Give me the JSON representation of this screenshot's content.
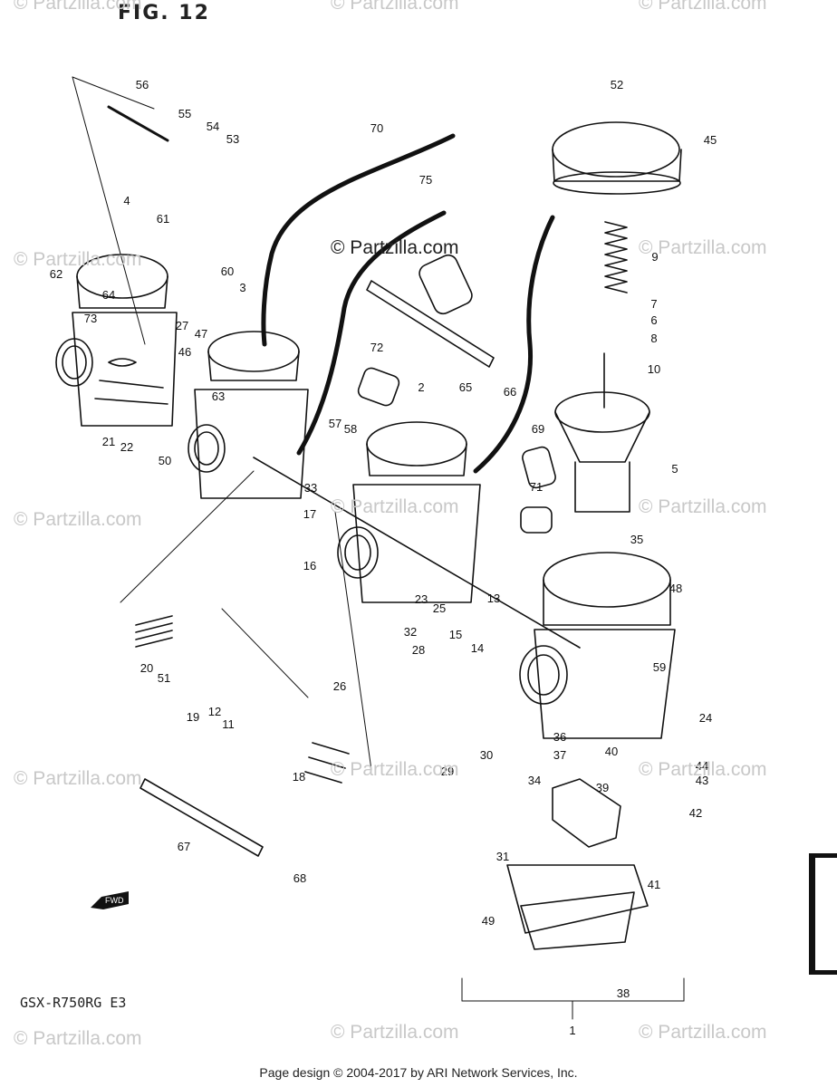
{
  "figure": {
    "title": "FIG. 12",
    "model": "GSX-R750RG  E3",
    "fwd_label": "FWD"
  },
  "footer": "Page design © 2004-2017 by ARI Network Services, Inc.",
  "watermark": "© Partzilla.com",
  "callouts": [
    "1",
    "2",
    "3",
    "4",
    "5",
    "6",
    "7",
    "8",
    "9",
    "10",
    "11",
    "12",
    "13",
    "14",
    "15",
    "16",
    "17",
    "18",
    "19",
    "20",
    "21",
    "22",
    "23",
    "24",
    "25",
    "26",
    "27",
    "28",
    "29",
    "30",
    "31",
    "32",
    "33",
    "34",
    "35",
    "36",
    "37",
    "38",
    "39",
    "40",
    "41",
    "42",
    "43",
    "44",
    "45",
    "46",
    "47",
    "48",
    "49",
    "50",
    "51",
    "52",
    "53",
    "54",
    "55",
    "56",
    "57",
    "58",
    "59",
    "60",
    "61",
    "62",
    "63",
    "64",
    "65",
    "66",
    "67",
    "68",
    "69",
    "70",
    "71",
    "72",
    "73",
    "75"
  ],
  "colors": {
    "ink": "#111111",
    "watermark": "#c8c8c8"
  }
}
